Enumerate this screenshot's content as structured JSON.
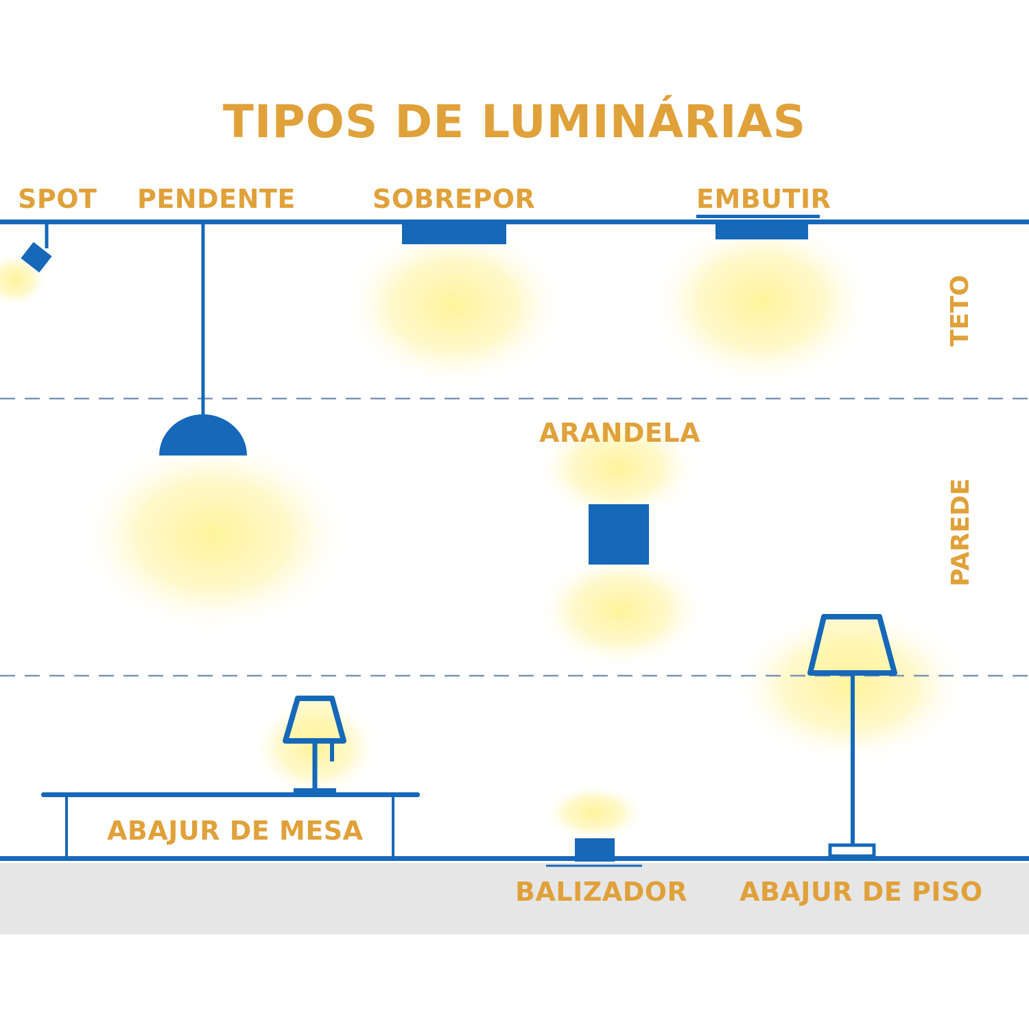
{
  "title": "TIPOS DE LUMINÁRIAS",
  "colors": {
    "accent": "#e0a13a",
    "fixture": "#1668b8",
    "glow": "#fff39a",
    "floor": "#e6e6e6"
  },
  "labels": {
    "spot": "SPOT",
    "pendente": "PENDENTE",
    "sobrepor": "SOBREPOR",
    "embutir": "EMBUTIR",
    "arandela": "ARANDELA",
    "abajur_mesa": "ABAJUR DE MESA",
    "balizador": "BALIZADOR",
    "abajur_piso": "ABAJUR DE PISO"
  },
  "zones": {
    "teto": "TETO",
    "parede": "PAREDE"
  }
}
